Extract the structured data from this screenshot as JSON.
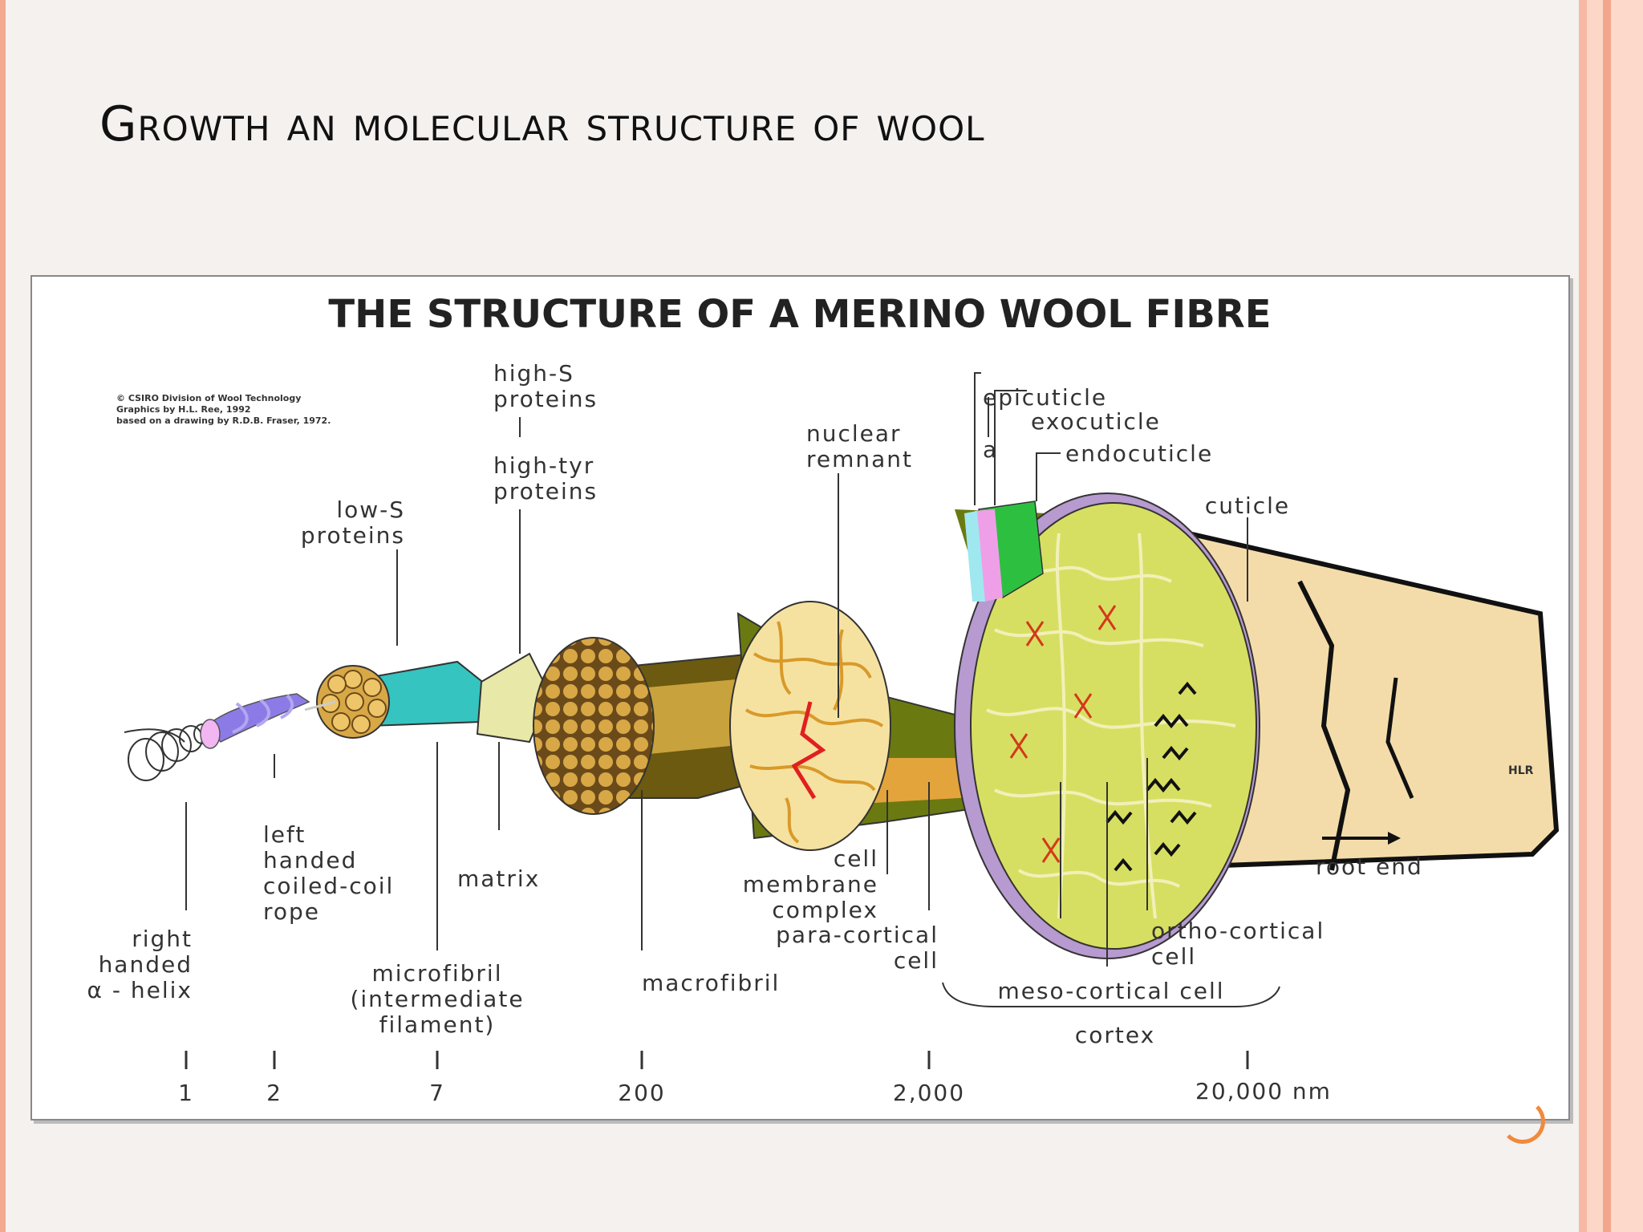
{
  "slide": {
    "title": "Growth an molecular structure of wool"
  },
  "figure": {
    "heading": "THE STRUCTURE OF A MERINO WOOL FIBRE",
    "credit": [
      "© CSIRO Division of Wool Technology",
      "Graphics by H.L. Ree, 1992",
      "based on a drawing by R.D.B. Fraser, 1972."
    ],
    "labels": {
      "high_s": [
        "high-S",
        "proteins"
      ],
      "high_tyr": [
        "high-tyr",
        "proteins"
      ],
      "low_s": [
        "low-S",
        "proteins"
      ],
      "nuclear": [
        "nuclear",
        "remnant"
      ],
      "epicuticle": "epicuticle",
      "exocuticle": "exocuticle",
      "a_layer": "a",
      "endocuticle": "endocuticle",
      "cuticle": "cuticle",
      "left_rope": [
        "left",
        "handed",
        "coiled-coil",
        "rope"
      ],
      "matrix": "matrix",
      "cmc": [
        "cell",
        "membrane",
        "complex"
      ],
      "para": [
        "para-cortical",
        "cell"
      ],
      "ortho": [
        "ortho-cortical",
        "cell"
      ],
      "meso": "meso-cortical cell",
      "cortex": "cortex",
      "root_end": "root end",
      "right_helix": [
        "right",
        "handed",
        "α - helix"
      ],
      "microfibril": [
        "microfibril",
        "(intermediate",
        "filament)"
      ],
      "macrofibril": "macrofibril",
      "initials": "HLR"
    },
    "scale": [
      "1",
      "2",
      "7",
      "200",
      "2,000",
      "20,000 nm"
    ]
  }
}
